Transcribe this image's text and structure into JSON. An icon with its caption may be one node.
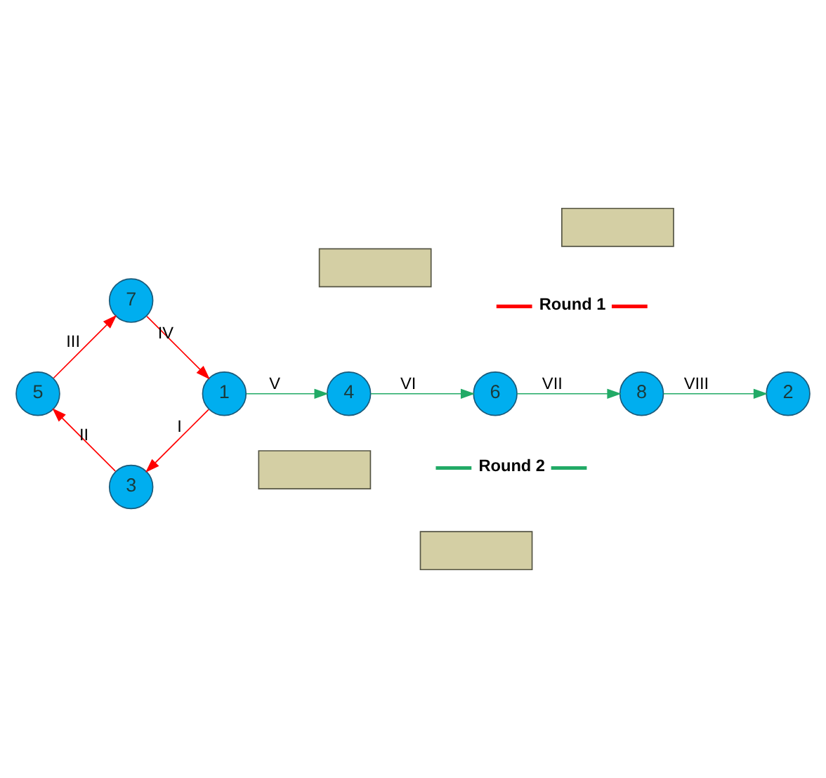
{
  "diagram": {
    "nodes": [
      {
        "text": [
          "1"
        ]
      },
      {
        "text": [
          "2"
        ]
      },
      {
        "text": [
          "3"
        ]
      },
      {
        "text": [
          "4"
        ]
      },
      {
        "text": [
          "5"
        ]
      },
      {
        "text": [
          "6"
        ]
      },
      {
        "text": [
          "7"
        ]
      },
      {
        "text": [
          "8"
        ]
      },
      {
        "text": [],
        "shape": "box"
      },
      {
        "text": [],
        "shape": "box"
      },
      {
        "text": [],
        "shape": "box"
      },
      {
        "text": [],
        "shape": "box"
      }
    ],
    "edges": [
      {
        "from": 0,
        "to": 2,
        "arrow": "to",
        "label": "I",
        "color": "#ff0000"
      },
      {
        "from": 2,
        "to": 4,
        "arrow": "to",
        "label": "II",
        "color": "#ff0000"
      },
      {
        "from": 4,
        "to": 6,
        "arrow": "to",
        "label": "III",
        "color": "#ff0000"
      },
      {
        "from": 6,
        "to": 0,
        "arrow": "to",
        "label": "IV",
        "color": "#ff0000"
      },
      {
        "from": 0,
        "to": 3,
        "arrow": "to",
        "label": "V",
        "color": "#22aa66"
      },
      {
        "from": 3,
        "to": 5,
        "arrow": "to",
        "label": "VI",
        "color": "#22aa66"
      },
      {
        "from": 5,
        "to": 7,
        "arrow": "to",
        "label": "VII",
        "color": "#22aa66"
      },
      {
        "from": 7,
        "to": 1,
        "arrow": "to",
        "label": "VIII",
        "color": "#22aa66"
      }
    ],
    "legend": [
      {
        "text": "Round 1",
        "color": "#ff0000"
      },
      {
        "text": "Round 2",
        "color": "#22aa66"
      }
    ]
  }
}
